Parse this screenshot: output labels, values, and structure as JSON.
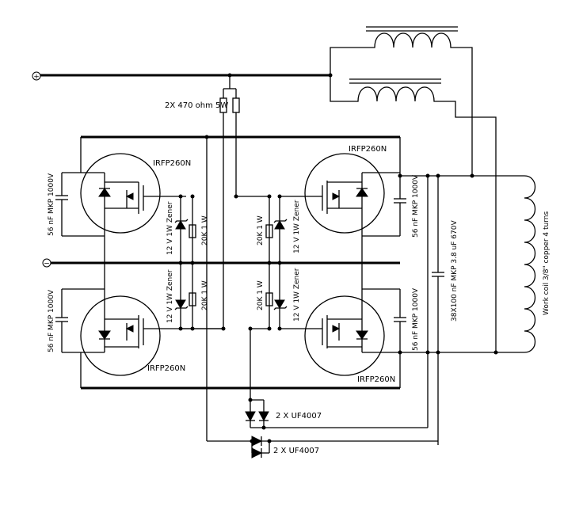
{
  "labels": {
    "gate_resistors": "2X 470 ohm 5W",
    "fet_top_left": "IRFP260N",
    "fet_top_right": "IRFP260N",
    "fet_bottom_left": "IRFP260N",
    "fet_bottom_right": "IRFP260N",
    "cap_top_left": "56 nF MKP 1000V",
    "cap_bottom_left": "56 nF MKP 1000V",
    "cap_top_right": "56 nF MKP 1000V",
    "cap_bottom_right": "56 nF MKP 1000V",
    "zener_top_left": "12 V 1W Zener",
    "zener_bottom_left": "12 V 1W Zener",
    "zener_top_right": "12 V 1W Zener",
    "zener_bottom_right": "12 V 1W Zener",
    "res_top_left": "20K 1 W",
    "res_bottom_left": "20K 1 W",
    "res_top_right": "20K 1 W",
    "res_bottom_right": "20K 1 W",
    "tank_cap": "38X100 nF MKP 3.8 uF 670V",
    "work_coil": "Work coil 3/8\" copper 4 turns",
    "diodes_a": "2 X UF4007",
    "diodes_b": "2 X UF4007",
    "plus_terminal": "+",
    "minus_terminal": "−"
  },
  "icons": {
    "plus_terminal": "circle-plus-icon",
    "minus_terminal": "circle-minus-icon",
    "choke": "inductor-icon",
    "work_coil": "inductor-icon",
    "mosfet": "mosfet-icon",
    "diode": "diode-icon",
    "zener": "zener-diode-icon",
    "resistor": "resistor-icon",
    "capacitor": "capacitor-icon"
  }
}
